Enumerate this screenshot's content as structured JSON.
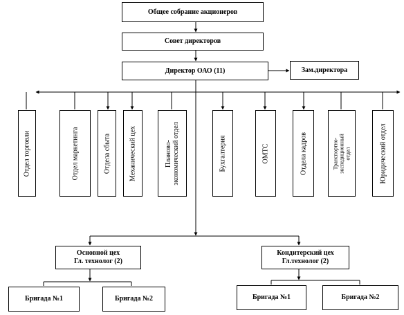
{
  "top": {
    "shareholders": "Общее собрание акционеров",
    "board": "Совет директоров",
    "director": "Директор ОАО  (11)",
    "deputy": "Зам.директора"
  },
  "departments": [
    {
      "lines": [
        "Отдел торговли"
      ]
    },
    {
      "lines": [
        "Отдел маркетинга"
      ]
    },
    {
      "lines": [
        "Отдела сбыта"
      ]
    },
    {
      "lines": [
        "Механический цех"
      ]
    },
    {
      "lines": [
        "Планово-",
        "экономический отдел"
      ]
    },
    {
      "lines": [
        "Бухгалтерия"
      ]
    },
    {
      "lines": [
        "ОМТС"
      ]
    },
    {
      "lines": [
        "Отдела кадров"
      ]
    },
    {
      "lines": [
        "Транспортно-",
        "экспедиционный",
        "отдел"
      ]
    },
    {
      "lines": [
        "Юридический отдел"
      ]
    }
  ],
  "workshops": {
    "main": {
      "line1": "Основной цех",
      "line2": "Гл. технолог (2)"
    },
    "confectionery": {
      "line1": "Кондитерский цех",
      "line2": "Гл.технолог (2)"
    }
  },
  "brigades": {
    "left1": "Бригада №1",
    "left2": "Бригада №2",
    "right1": "Бригада №1",
    "right2": "Бригада №2"
  }
}
